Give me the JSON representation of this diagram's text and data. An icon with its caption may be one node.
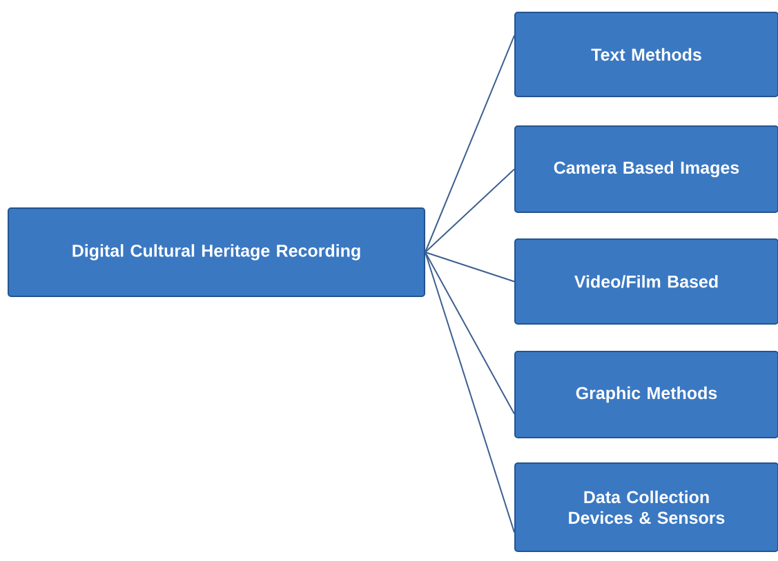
{
  "diagram": {
    "nodes": [
      {
        "text": [
          "Digital Cultural Heritage Recording"
        ]
      },
      {
        "text": [
          "Text  Methods"
        ]
      },
      {
        "text": [
          "Camera Based Images"
        ]
      },
      {
        "text": [
          "Video/Film Based"
        ]
      },
      {
        "text": [
          "Graphic Methods"
        ]
      },
      {
        "text": [
          "Data Collection Devices & Sensors"
        ]
      }
    ],
    "edges": [
      {
        "from": 0,
        "to": 1,
        "arrow": "none"
      },
      {
        "from": 0,
        "to": 2,
        "arrow": "none"
      },
      {
        "from": 0,
        "to": 3,
        "arrow": "none"
      },
      {
        "from": 0,
        "to": 4,
        "arrow": "none"
      },
      {
        "from": 0,
        "to": 5,
        "arrow": "none"
      }
    ]
  }
}
